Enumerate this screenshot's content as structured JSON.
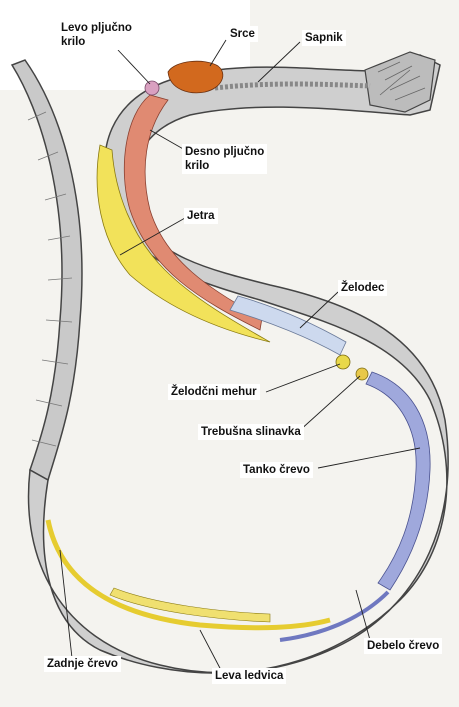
{
  "labels": {
    "levo_pljucno_krilo": "Levo pljučno\nkrilo",
    "srce": "Srce",
    "sapnik": "Sapnik",
    "desno_pljucno_krilo": "Desno pljučno\nkrilo",
    "jetra": "Jetra",
    "zelodec": "Želodec",
    "zelodcni_mehur": "Želodčni mehur",
    "trebusna_slinavka": "Trebušna slinavka",
    "tanko_crevo": "Tanko črevo",
    "zadnje_crevo": "Zadnje črevo",
    "leva_ledvica": "Leva ledvica",
    "debelo_crevo": "Debelo črevo"
  },
  "colors": {
    "body": "#cfcfcf",
    "body_outline": "#444444",
    "heart": "#d2691e",
    "lung_right": "#e08a72",
    "lung_left": "#d9a0c0",
    "liver": "#f2e25a",
    "stomach": "#cdd9ee",
    "intestine": "#9fa8dc",
    "gall_bladder": "#e8d84a",
    "kidney": "#f0e070"
  }
}
